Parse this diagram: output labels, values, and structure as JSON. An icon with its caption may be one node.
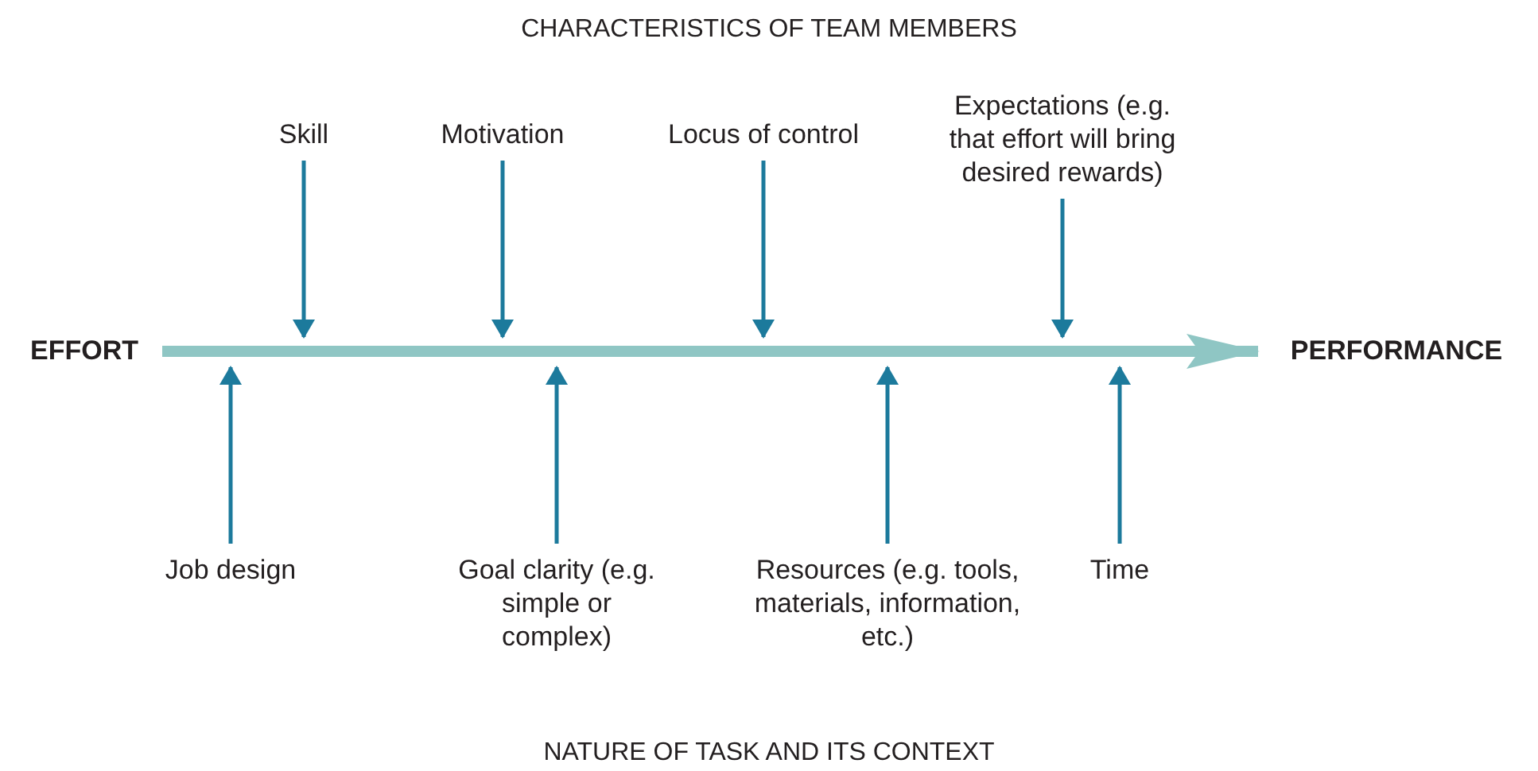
{
  "diagram": {
    "nodes": [
      {
        "text": [
          "EFFORT"
        ]
      },
      {
        "text": [
          "PERFORMANCE"
        ]
      },
      {
        "text": [
          "Skill"
        ]
      },
      {
        "text": [
          "Motivation"
        ]
      },
      {
        "text": [
          "Locus of control"
        ]
      },
      {
        "text": [
          "Expectations (e.g. that effort will bring desired rewards)"
        ]
      },
      {
        "text": [
          "Job design"
        ]
      },
      {
        "text": [
          "Goal clarity (e.g. simple or complex)"
        ]
      },
      {
        "text": [
          "Resources (e.g. tools, materials, information, etc.)"
        ]
      },
      {
        "text": [
          "Time"
        ]
      }
    ],
    "edges": [
      {
        "from": 0,
        "to": 1,
        "arrow": "to",
        "style": "thick",
        "color": "#8fc6c4"
      },
      {
        "from": 2,
        "to": null,
        "arrow": "to"
      },
      {
        "from": 3,
        "to": null,
        "arrow": "to"
      },
      {
        "from": 4,
        "to": null,
        "arrow": "to"
      },
      {
        "from": 5,
        "to": null,
        "arrow": "to"
      },
      {
        "from": 6,
        "to": null,
        "arrow": "to"
      },
      {
        "from": 7,
        "to": null,
        "arrow": "to"
      },
      {
        "from": 8,
        "to": null,
        "arrow": "to"
      },
      {
        "from": 9,
        "to": null,
        "arrow": "to"
      }
    ],
    "labels": [
      "CHARACTERISTICS OF TEAM MEMBERS",
      "NATURE OF TASK AND ITS CONTEXT"
    ]
  }
}
